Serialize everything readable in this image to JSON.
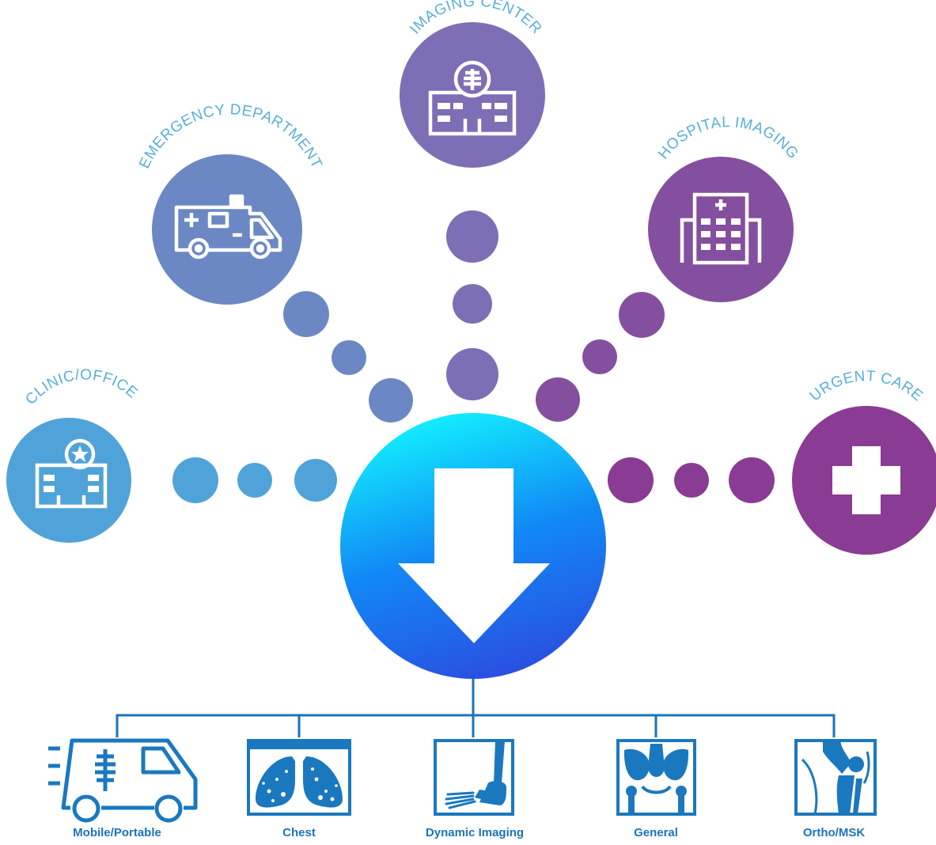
{
  "colors": {
    "clinic": "#4fa3d8",
    "emergency": "#6b88c4",
    "imaging": "#7d6eb5",
    "hospital": "#844f9f",
    "urgent": "#8a3b93",
    "hub_top": "#12f0ff",
    "hub_bottom": "#2b4de0",
    "icon_blue": "#1a78bf",
    "label_blue": "#1b73bb",
    "arc_text": "#5aaed9"
  },
  "settings": [
    {
      "label": "CLINIC/OFFICE",
      "icon": "clinic-building-star-icon"
    },
    {
      "label": "EMERGENCY DEPARTMENT",
      "icon": "ambulance-icon"
    },
    {
      "label": "IMAGING CENTER",
      "icon": "imaging-center-xray-icon"
    },
    {
      "label": "HOSPITAL IMAGING",
      "icon": "hospital-building-icon"
    },
    {
      "label": "URGENT CARE",
      "icon": "medical-cross-icon"
    }
  ],
  "hub": {
    "icon": "down-arrow-icon"
  },
  "modalities": [
    {
      "label": "Mobile/Portable",
      "icon": "mobile-xray-van-icon"
    },
    {
      "label": "Chest",
      "icon": "chest-xray-lungs-icon"
    },
    {
      "label": "Dynamic Imaging",
      "icon": "foot-xray-icon"
    },
    {
      "label": "General",
      "icon": "pelvis-xray-icon"
    },
    {
      "label": "Ortho/MSK",
      "icon": "knee-xray-icon"
    }
  ]
}
